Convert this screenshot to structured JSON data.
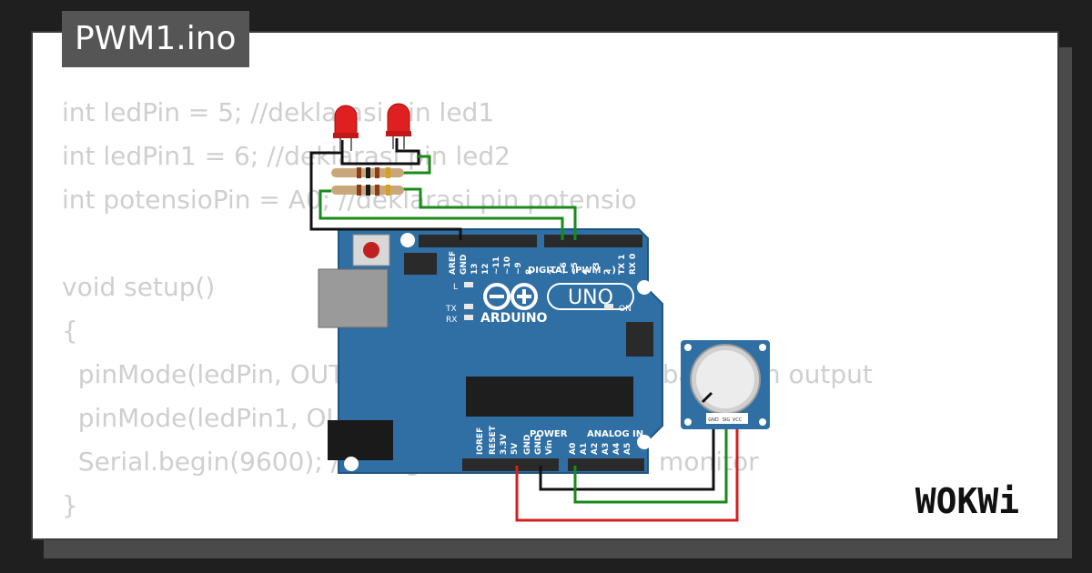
{
  "file_tab": {
    "title": "PWM1.ino"
  },
  "code_lines": [
    "int ledPin = 5; //deklarasi pin led1",
    "int ledPin1 = 6; //deklarasi pin led2",
    "int potensioPin = A0; //deklarasi pin potensio",
    "",
    "void setup()",
    "{",
    "  pinMode(ledPin, OUTPUT); //deklarasi pin 2 sebagai pin output",
    "  pinMode(ledPin1, OUTPUT);",
    "  Serial.begin(9600); //mengirim data ke serial monitor",
    "}"
  ],
  "board": {
    "brand": "ARDUINO",
    "model": "UNO",
    "on_label": "ON",
    "l_label": "L",
    "tx_label": "TX",
    "rx_label": "RX",
    "digital_label": "DIGITAL (PWM ~)",
    "power_label": "POWER",
    "analog_label": "ANALOG IN",
    "top_pins": [
      "AREF",
      "GND",
      "13",
      "12",
      "~11",
      "~10",
      "~9",
      "8",
      "7",
      "~6",
      "~5",
      "4",
      "~3",
      "2",
      "TX 1",
      "RX 0"
    ],
    "bottom_pins": [
      "IOREF",
      "RESET",
      "3.3V",
      "5V",
      "GND",
      "GND",
      "Vin",
      "A0",
      "A1",
      "A2",
      "A3",
      "A4",
      "A5"
    ]
  },
  "potentiometer": {
    "pins": [
      "GND",
      "SIG",
      "VCC"
    ]
  },
  "colors": {
    "board": "#2f6fa3",
    "led": "#e02020",
    "wire_green": "#1a8a1a",
    "wire_red": "#d42020",
    "wire_black": "#111111"
  },
  "brand": {
    "logo": "WOKWi"
  }
}
